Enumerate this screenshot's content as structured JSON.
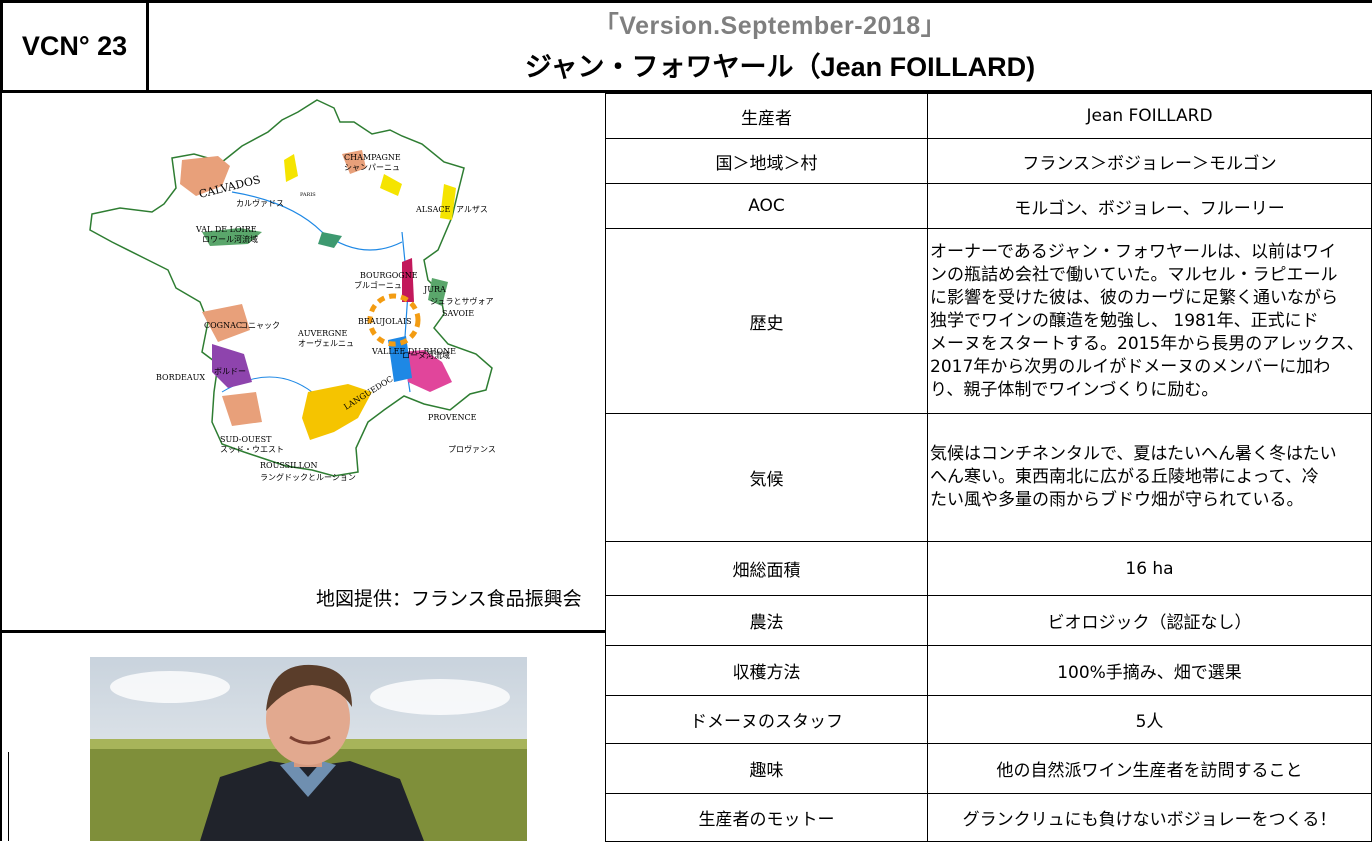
{
  "header": {
    "code": "VCN° 23",
    "version": "「Version.September-2018」",
    "title": "ジャン・フォワヤール（Jean FOILLARD)"
  },
  "map": {
    "credit": "地図提供：フランス食品振興会",
    "regions": {
      "champagne": "CHAMPAGNE",
      "champagne_jp": "シャンパーニュ",
      "calvados": "CALVADOS",
      "calvados_jp": "カルヴァドス",
      "paris": "PARIS",
      "alsace": "ALSACE",
      "alsace_jp": "アルザス",
      "loire": "VAL DE LOIRE",
      "loire_jp": "ロワール河流域",
      "bourgogne": "BOURGOGNE",
      "bourgogne_jp": "ブルゴーニュ",
      "jura": "JURA",
      "jura_savoie_jp": "ジュラとサヴォア",
      "savoie": "SAVOIE",
      "beaujolais": "BEAUJOLAIS",
      "cognac": "COGNAC",
      "cognac_jp": "コニャック",
      "auvergne": "AUVERGNE",
      "auvergne_jp": "オーヴェルニュ",
      "rhone": "VALLEE DU RHONE",
      "rhone_jp": "ローヌ河流域",
      "bordeaux": "BORDEAUX",
      "bordeaux_jp": "ボルドー",
      "languedoc": "LANGUEDOC",
      "provence": "PROVENCE",
      "provence_jp": "プロヴァンス",
      "sudouest": "SUD-OUEST",
      "sudouest_jp": "スッド・ウエスト",
      "roussillon": "ROUSSILLON",
      "roussillon_jp": "ラングドックとルーション"
    }
  },
  "photo": {
    "subject": "portrait-of-producer-in-vineyard"
  },
  "table": {
    "rows": [
      {
        "label": "生産者",
        "value": "Jean FOILLARD"
      },
      {
        "label": "国＞地域＞村",
        "value": "フランス＞ボジョレー＞モルゴン"
      },
      {
        "label": "AOC",
        "value": "モルゴン、ボジョレー、フルーリー"
      },
      {
        "label": "歴史",
        "lines": [
          "オーナーであるジャン・フォワヤールは、以前はワイ",
          "ンの瓶詰め会社で働いていた。マルセル・ラピエール",
          "に影響を受けた彼は、彼のカーヴに足繁く通いながら",
          "独学でワインの醸造を勉強し、 1981年、正式にド",
          "メーヌをスタートする。2015年から長男のアレックス、",
          "2017年から次男のルイがドメーヌのメンバーに加わ",
          "り、親子体制でワインづくりに励む。"
        ]
      },
      {
        "label": "気候",
        "lines": [
          "気候はコンチネンタルで、夏はたいへん暑く冬はたい",
          "へん寒い。東西南北に広がる丘陵地帯によって、冷",
          "たい風や多量の雨からブドウ畑が守られている。"
        ]
      },
      {
        "label": "畑総面積",
        "value": "16 ha"
      },
      {
        "label": "農法",
        "value": "ビオロジック（認証なし）"
      },
      {
        "label": "収穫方法",
        "value": "100%手摘み、畑で選果"
      },
      {
        "label": "ドメーヌのスタッフ",
        "value": "5人"
      },
      {
        "label": "趣味",
        "value": "他の自然派ワイン生産者を訪問すること"
      },
      {
        "label": "生産者のモットー",
        "value": "グランクリュにも負けないボジョレーをつくる！"
      }
    ]
  }
}
